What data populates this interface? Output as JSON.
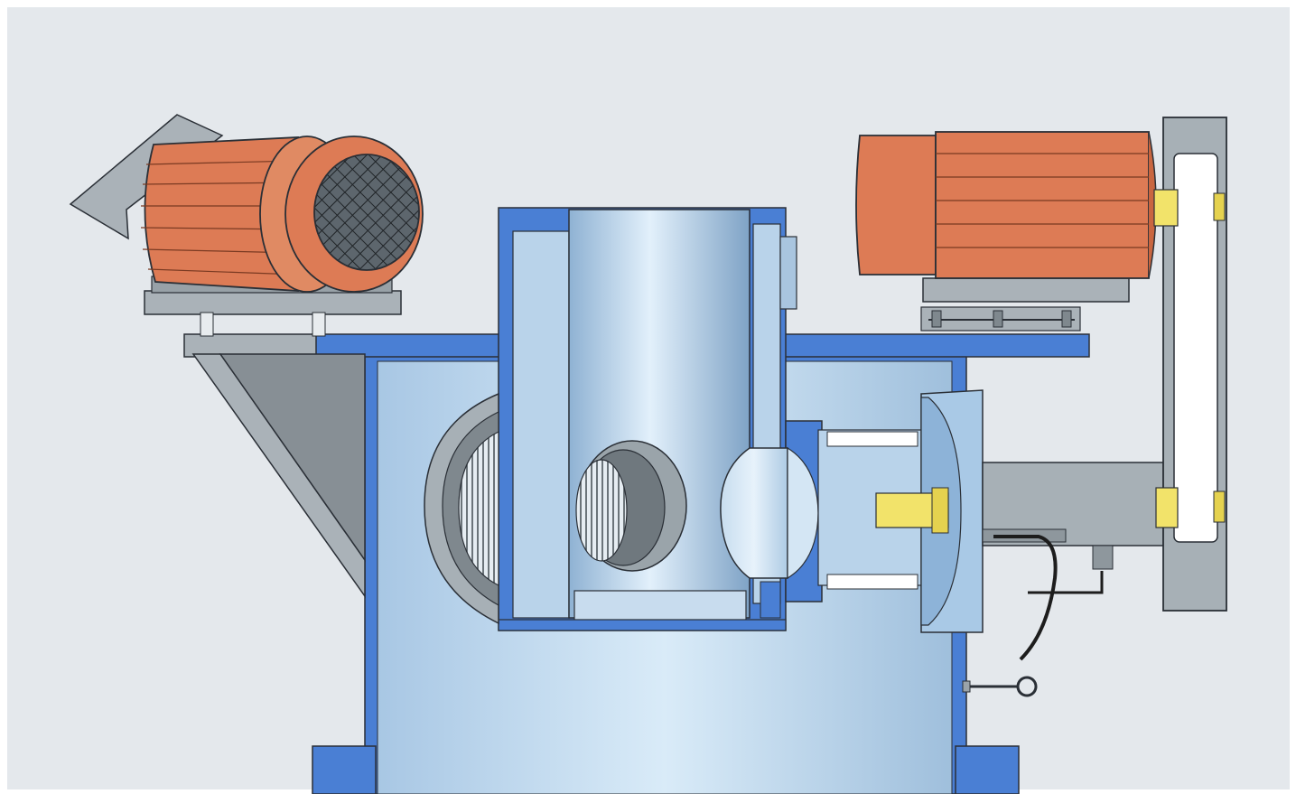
{
  "diagram": {
    "subject": "",
    "colors": {
      "background": "#e4e8ec",
      "frame_blue": "#4a7fd4",
      "body_light": "#c4dcf0",
      "body_mid": "#a9c9e6",
      "steel_gray": "#aab2b8",
      "steel_dark": "#7f888e",
      "motor_orange": "#dd7b55",
      "motor_orange_dark": "#b95c3b",
      "coupling_yellow": "#f2e36a",
      "outline": "#2a2f36",
      "cable": "#1d1d1d"
    },
    "components": [
      {
        "id": "left-motor",
        "label": ""
      },
      {
        "id": "right-motor",
        "label": ""
      },
      {
        "id": "vertical-drum",
        "label": ""
      },
      {
        "id": "screen-inlet",
        "label": ""
      },
      {
        "id": "impeller-housing",
        "label": ""
      },
      {
        "id": "belt-drive",
        "label": ""
      },
      {
        "id": "base-housing",
        "label": ""
      }
    ]
  }
}
